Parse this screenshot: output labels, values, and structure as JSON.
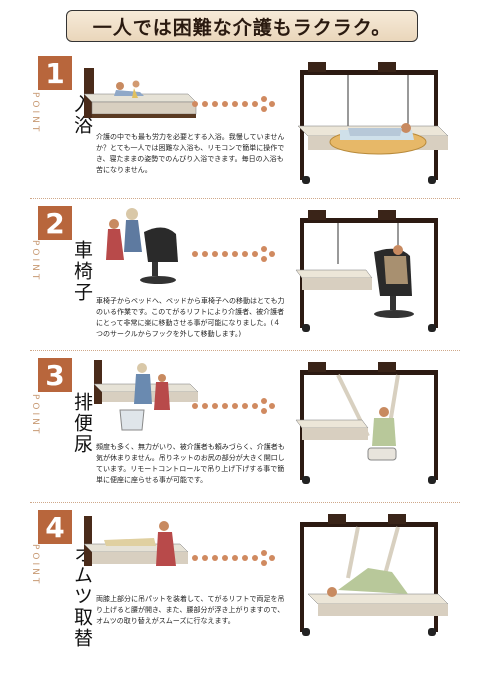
{
  "header": {
    "title": "一人では困難な介護もラクラク。"
  },
  "sections": [
    {
      "number": "1",
      "point_label": "POINT",
      "title": "入浴",
      "description": "介護の中でも最も労力を必要とする入浴。我慢していませんか？とても一人では困難な入浴も、リモコンで簡単に操作でき、寝たままの姿勢でのんびり入浴できます。毎日の入浴も苦になりません。"
    },
    {
      "number": "2",
      "point_label": "POINT",
      "title": "車椅子",
      "description": "車椅子からベッドへ、ベッドから車椅子への移動はとても力のいる作業です。このてがるリフトにより介護者、被介護者にとって非常に楽に移動させる事が可能になりました。(４つのサークルからフックを外して移動します。)"
    },
    {
      "number": "3",
      "point_label": "POINT",
      "title": "排便尿",
      "description": "頻度も多く、無力がいり、被介護者も頼みづらく、介護者も気が休まりません。吊りネットのお尻の部分が大きく開口しています。リモートコントロールで吊り上げ下げする事で簡単に便座に座らせる事が可能です。"
    },
    {
      "number": "4",
      "point_label": "POINT",
      "title": "オムツ取替",
      "description": "両膝上部分に吊パットを装着して、てがるリフトで両足を吊り上げると腰が開き、また、腰部分が浮き上がりますので、オムツの取り替えがスムーズに行なえます。"
    }
  ]
}
